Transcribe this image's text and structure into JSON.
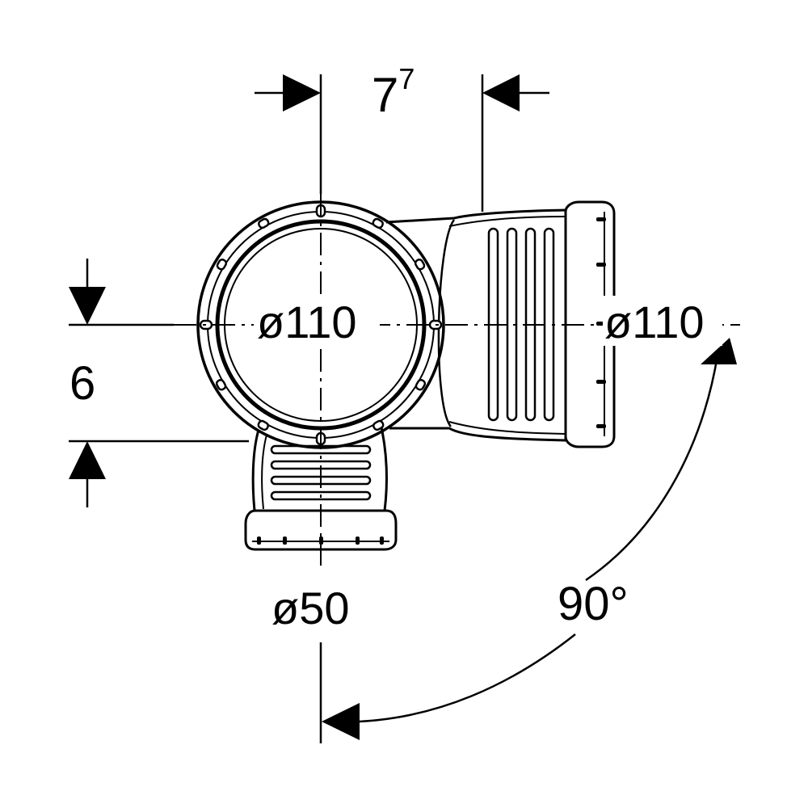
{
  "diagram": {
    "labels": {
      "offset_horizontal_base": "7",
      "offset_horizontal_superscript": "7",
      "offset_vertical": "6",
      "main_inlet_diameter": "ø110",
      "side_outlet_diameter": "ø110",
      "bottom_inlet_diameter": "ø50",
      "angle": "90°"
    },
    "colors": {
      "ink": "#000000",
      "background": "#ffffff"
    }
  }
}
